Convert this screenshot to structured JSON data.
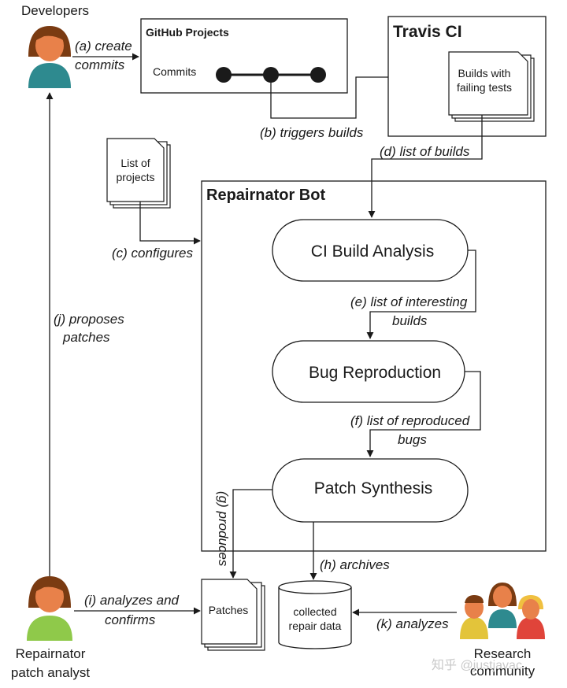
{
  "actors": {
    "developers": "Developers",
    "analyst_line1": "Repairnator",
    "analyst_line2": "patch analyst",
    "research_line1": "Research",
    "research_line2": "community"
  },
  "boxes": {
    "github": {
      "title": "GitHub Projects",
      "commits": "Commits"
    },
    "travis": {
      "title": "Travis CI",
      "builds_line1": "Builds with",
      "builds_line2": "failing tests"
    },
    "projects": {
      "line1": "List of",
      "line2": "projects"
    },
    "bot": {
      "title": "Repairnator Bot"
    },
    "ci_analysis": "CI Build Analysis",
    "bug_reproduction": "Bug Reproduction",
    "patch_synthesis": "Patch Synthesis",
    "patches": "Patches",
    "repair_data_line1": "collected",
    "repair_data_line2": "repair data"
  },
  "edges": {
    "a_line1": "(a) create",
    "a_line2": "commits",
    "b": "(b) triggers builds",
    "c": "(c) configures",
    "d": "(d) list of builds",
    "e_line1": "(e) list of interesting",
    "e_line2": "builds",
    "f_line1": "(f) list of reproduced",
    "f_line2": "bugs",
    "g": "(g) produces",
    "h": "(h) archives",
    "i_line1": "(i) analyzes and",
    "i_line2": "confirms",
    "j_line1": "(j) proposes",
    "j_line2": "patches",
    "k": "(k) analyzes"
  },
  "watermark": "知乎 @justjavac",
  "colors": {
    "line": "#1a1a1a",
    "skin": "#e8814a",
    "hair": "#7a3b12",
    "teal_shirt": "#2e8a8f",
    "green_shirt": "#8fc94a",
    "yellow_shirt": "#e3c43a",
    "red_shirt": "#e0443a",
    "blonde_hair": "#f0c040"
  },
  "icons": [
    "developer-person-icon",
    "analyst-person-icon",
    "research-group-icon",
    "document-stack-icon",
    "database-cylinder-icon"
  ]
}
